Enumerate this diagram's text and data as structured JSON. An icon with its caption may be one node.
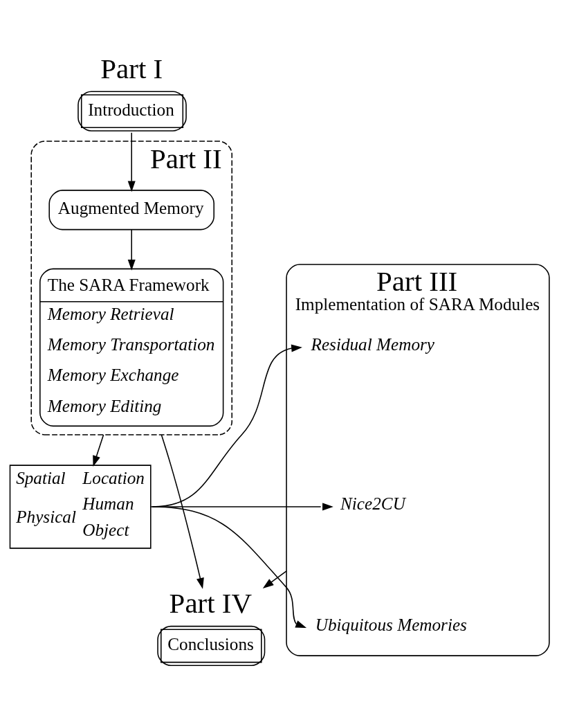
{
  "diagram": {
    "nodes": [
      {
        "text": [
          "Part I",
          "Introduction"
        ]
      },
      {
        "text": [
          "Part II"
        ]
      },
      {
        "text": [
          "Augmented Memory"
        ],
        "in": 1
      },
      {
        "text": [
          "The SARA Framework",
          "Memory Retrieval",
          "Memory Transportation",
          "Memory Exchange",
          "Memory Editing"
        ],
        "in": 1
      },
      {
        "text": [
          "Part III",
          "Implementation of SARA Modules"
        ]
      },
      {
        "text": [
          "Spatial",
          "Location",
          "Physical",
          "Human",
          "Object"
        ]
      },
      {
        "text": [
          "Residual Memory"
        ],
        "in": 4
      },
      {
        "text": [
          "Nice2CU"
        ],
        "in": 4
      },
      {
        "text": [
          "Ubiquitous Memories"
        ],
        "in": 4
      },
      {
        "text": [
          "Part IV",
          "Conclusions"
        ]
      }
    ],
    "edges": [
      {
        "from": 0,
        "to": 2,
        "arrow": "to"
      },
      {
        "from": 2,
        "to": 3,
        "arrow": "to"
      },
      {
        "from": 1,
        "to": 9,
        "arrow": "to"
      },
      {
        "from": 1,
        "to": 5,
        "arrow": "to"
      },
      {
        "from": 5,
        "to": 6,
        "arrow": "to"
      },
      {
        "from": 5,
        "to": 7,
        "arrow": "to"
      },
      {
        "from": 5,
        "to": 8,
        "arrow": "to"
      },
      {
        "from": 4,
        "to": 9,
        "arrow": "to"
      }
    ]
  }
}
